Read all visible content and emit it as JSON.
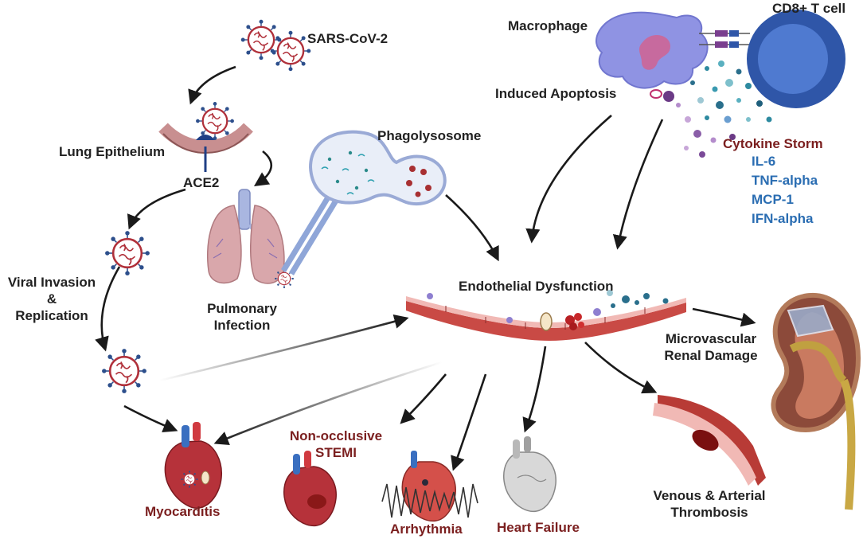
{
  "labels": {
    "sars": "SARS-CoV-2",
    "lung_epithelium": "Lung Epithelium",
    "ace2": "ACE2",
    "viral_invasion_1": "Viral Invasion",
    "viral_invasion_2": "&",
    "viral_invasion_3": "Replication",
    "pulmonary_1": "Pulmonary",
    "pulmonary_2": "Infection",
    "phagolysosome": "Phagolysosome",
    "macrophage": "Macrophage",
    "cd8": "CD8+ T cell",
    "induced_apoptosis": "Induced Apoptosis",
    "cytokine_storm": "Cytokine Storm",
    "endothelial": "Endothelial Dysfunction",
    "microvascular_1": "Microvascular",
    "microvascular_2": "Renal Damage",
    "myocarditis": "Myocarditis",
    "stemi_1": "Non-occlusive",
    "stemi_2": "STEMI",
    "arrhythmia": "Arrhythmia",
    "heart_failure": "Heart Failure",
    "thrombosis_1": "Venous & Arterial",
    "thrombosis_2": "Thrombosis"
  },
  "cytokines": [
    "IL-6",
    "TNF-alpha",
    "MCP-1",
    "IFN-alpha"
  ],
  "colors": {
    "outcome_red": "#7b1f1f",
    "cytokine_blue": "#2a6db2",
    "virus_red": "#b0303a",
    "virus_blue": "#2d4f8c",
    "lung_pink": "#d8a3a8",
    "macrophage_purple": "#8a8ee0",
    "tcell_blue": "#2f56a8",
    "vessel_red": "#c94a45"
  },
  "icons": [
    "virus-icon",
    "lung-icon",
    "heart-icon",
    "kidney-icon",
    "macrophage-icon",
    "t-cell-icon",
    "phagolysosome-icon",
    "vessel-icon",
    "blood-clot-icon",
    "ecg-icon"
  ]
}
